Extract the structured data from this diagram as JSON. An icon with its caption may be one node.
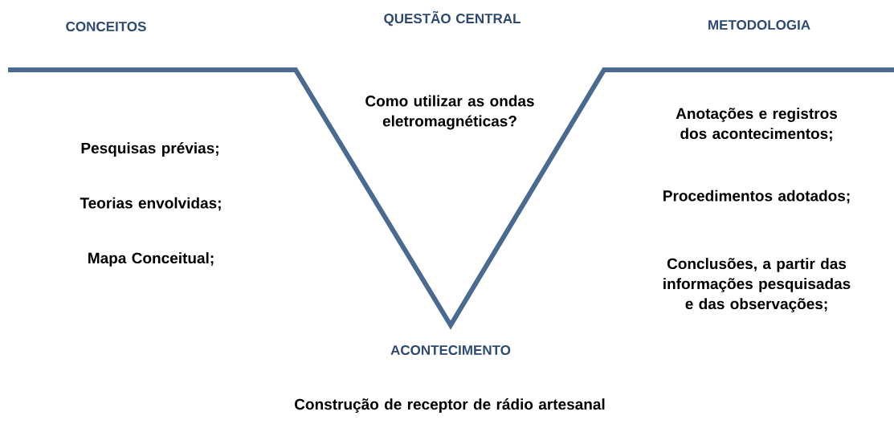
{
  "diagram": {
    "labels": [
      "CONCEITOS",
      "QUESTÃO CENTRAL",
      "METODOLOGIA",
      "Como utilizar as ondas eletromagnéticas?",
      "Pesquisas prévias;",
      "Teorias envolvidas;",
      "Mapa Conceitual;",
      "Anotações e registros dos acontecimentos;",
      "Procedimentos adotados;",
      "Conclusões, a partir das informações pesquisadas e das observações;",
      "ACONTECIMENTO",
      "Construção de receptor de rádio artesanal"
    ]
  }
}
